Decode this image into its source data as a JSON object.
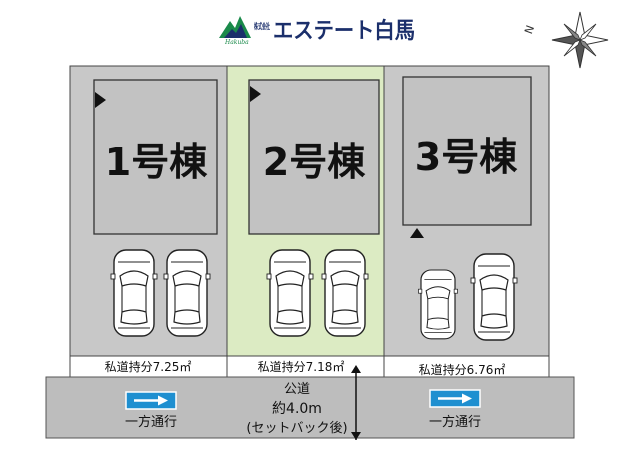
{
  "header": {
    "company_prefix": "株式会社",
    "company_name": "エステート白馬",
    "logo_script": "Hakuba"
  },
  "compass": {
    "north_label": "N"
  },
  "lots": [
    {
      "label": "1号棟",
      "private_road_share": "私道持分7.25㎡",
      "cars": 2
    },
    {
      "label": "2号棟",
      "private_road_share": "私道持分7.18㎡",
      "cars": 2
    },
    {
      "label": "3号棟",
      "private_road_share": "私道持分6.76㎡",
      "cars": 2
    }
  ],
  "road": {
    "name": "公道",
    "width": "約4.0m",
    "note": "(セットバック後)",
    "direction_left": "一方通行",
    "direction_right": "一方通行"
  },
  "colors": {
    "lot_gray": "#c8c8c8",
    "lot_green": "#dcebc3",
    "building_gray": "#c2c2c2",
    "road_gray": "#bdbdbd",
    "arrow_blue": "#1e8fd0",
    "logo_green": "#1a8a4a",
    "logo_navy": "#1b2f6b"
  }
}
